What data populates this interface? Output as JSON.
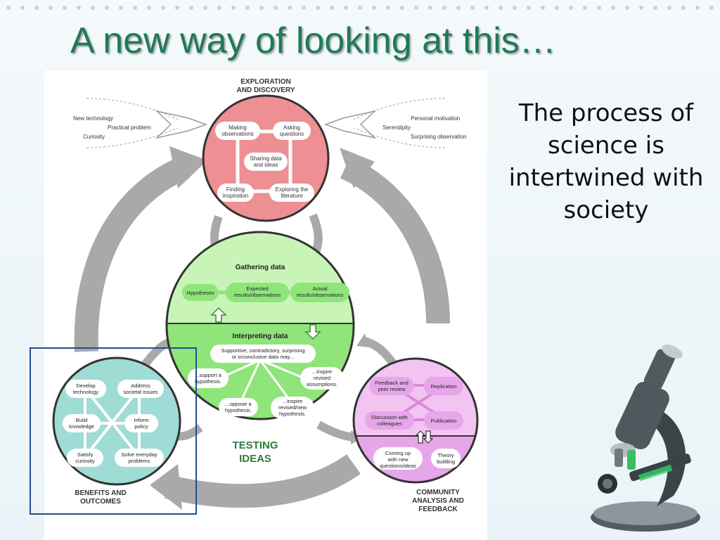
{
  "slide": {
    "title": "A new way of looking at this…",
    "caption": "The process of science is intertwined with society"
  },
  "diagram": {
    "exploration": {
      "title_line1": "EXPLORATION",
      "title_line2": "AND DISCOVERY",
      "making_obs_1": "Making",
      "making_obs_2": "observations",
      "asking_q_1": "Asking",
      "asking_q_2": "questions",
      "sharing_1": "Sharing data",
      "sharing_2": "and ideas",
      "finding_1": "Finding",
      "finding_2": "inspiration",
      "exploring_1": "Exploring the",
      "exploring_2": "literature"
    },
    "inputs_left": [
      "New technology",
      "Practical problem",
      "Curiosity"
    ],
    "inputs_right": [
      "Personal motivation",
      "Serendipity",
      "Surprising observation"
    ],
    "testing": {
      "gathering": "Gathering data",
      "hypotheses": "Hypotheses",
      "expected_1": "Expected",
      "expected_2": "results/observations",
      "actual_1": "Actual",
      "actual_2": "results/observations",
      "interpreting": "Interpreting data",
      "supportive_1": "Supportive, contradictory, surprising",
      "supportive_2": "or inconclusive data may...",
      "support_1": "...support a",
      "support_2": "hypothesis.",
      "inspire_rev_1": "...inspire",
      "inspire_rev_2": "revised",
      "inspire_rev_3": "assumptions.",
      "oppose_1": "...oppose a",
      "oppose_2": "hypothesis.",
      "inspire_new_1": "...inspire",
      "inspire_new_2": "revised/new",
      "inspire_new_3": "hypothesis.",
      "title_line1": "TESTING",
      "title_line2": "IDEAS"
    },
    "benefits": {
      "develop_1": "Develop",
      "develop_2": "technology",
      "address_1": "Address",
      "address_2": "societal issues",
      "build_1": "Build",
      "build_2": "knowledge",
      "inform_1": "Inform",
      "inform_2": "policy",
      "satisfy_1": "Satisfy",
      "satisfy_2": "curiosity",
      "solve_1": "Solve everyday",
      "solve_2": "problems",
      "title_line1": "BENEFITS AND",
      "title_line2": "OUTCOMES"
    },
    "community": {
      "feedback_1": "Feedback and",
      "feedback_2": "peer review",
      "replication": "Replication",
      "discussion_1": "Discussion with",
      "discussion_2": "colleagues",
      "publication": "Publication",
      "coming_1": "Coming up",
      "coming_2": "with new",
      "coming_3": "questions/ideas",
      "theory_1": "Theory",
      "theory_2": "building",
      "title_line1": "COMMUNITY",
      "title_line2": "ANALYSIS AND",
      "title_line3": "FEEDBACK"
    }
  },
  "colors": {
    "title_green": "#1f7a57",
    "exploration_fill": "#ee8f93",
    "testing_top": "#c9f4b8",
    "testing_bottom": "#8fe47a",
    "benefits_fill": "#9fdcd6",
    "community_top": "#f3c3f1",
    "community_bottom": "#e7a6ea",
    "cycle_arrow": "#a9a9a9",
    "highlight_border": "#1f4f8f"
  },
  "icons": {
    "microscope": "microscope-icon"
  }
}
